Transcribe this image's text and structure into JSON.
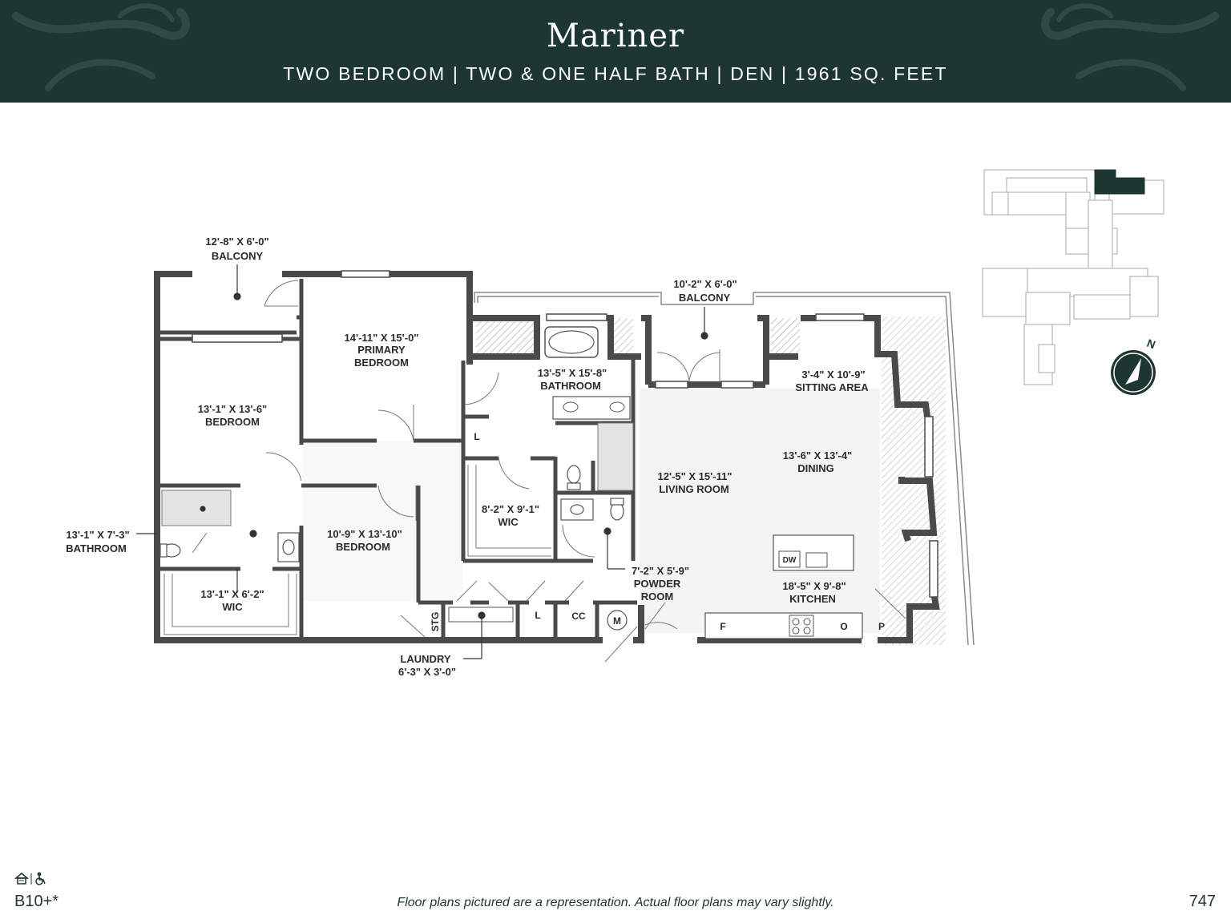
{
  "header": {
    "title": "Mariner",
    "subtitle": "TWO BEDROOM | TWO & ONE HALF BATH | DEN | 1961 SQ. FEET",
    "background": "#1e3631"
  },
  "rooms": {
    "balcony_1": {
      "size": "12'-8\" X 6'-0\"",
      "name": "BALCONY"
    },
    "primary_bedroom": {
      "size": "14'-11\" X 15'-0\"",
      "name1": "PRIMARY",
      "name2": "BEDROOM"
    },
    "bedroom_1": {
      "size": "13'-1\" X 13'-6\"",
      "name": "BEDROOM"
    },
    "bathroom_2": {
      "size": "13'-1\" X 7'-3\"",
      "name": "BATHROOM"
    },
    "wic_2": {
      "size": "13'-1\" X 6'-2\"",
      "name": "WIC"
    },
    "bedroom_2": {
      "size": "10'-9\" X 13'-10\"",
      "name": "BEDROOM"
    },
    "bathroom_1": {
      "size": "13'-5\" X 15'-8\"",
      "name": "BATHROOM"
    },
    "wic_1": {
      "size": "8'-2\" X 9'-1\"",
      "name": "WIC"
    },
    "balcony_2": {
      "size": "10'-2\" X 6'-0\"",
      "name": "BALCONY"
    },
    "sitting_area": {
      "size": "3'-4\" X 10'-9\"",
      "name": "SITTING AREA"
    },
    "dining": {
      "size": "13'-6\" X 13'-4\"",
      "name": "DINING"
    },
    "living_room": {
      "size": "12'-5\" X 15'-11\"",
      "name": "LIVING ROOM"
    },
    "powder_room": {
      "size": "7'-2\" X 5'-9\"",
      "name1": "POWDER",
      "name2": "ROOM"
    },
    "kitchen": {
      "size": "18'-5\" X 9'-8\"",
      "name": "KITCHEN"
    },
    "laundry": {
      "name": "LAUNDRY",
      "size": "6'-3\" X 3'-0\""
    }
  },
  "fixtures": {
    "linen_1": "L",
    "linen_2": "L",
    "storage": "STG",
    "coat_closet": "CC",
    "mechanical": "M",
    "dishwasher": "DW",
    "fridge": "F",
    "oven": "O",
    "pantry": "P"
  },
  "compass": {
    "label": "N"
  },
  "footer": {
    "unit_code": "B10+*",
    "note": "Floor plans pictured are a representation. Actual floor plans may vary slightly.",
    "unit_number": "747"
  },
  "colors": {
    "brand": "#1e3631",
    "wall": "#4a4a4a",
    "highlight": "#1e3631"
  }
}
